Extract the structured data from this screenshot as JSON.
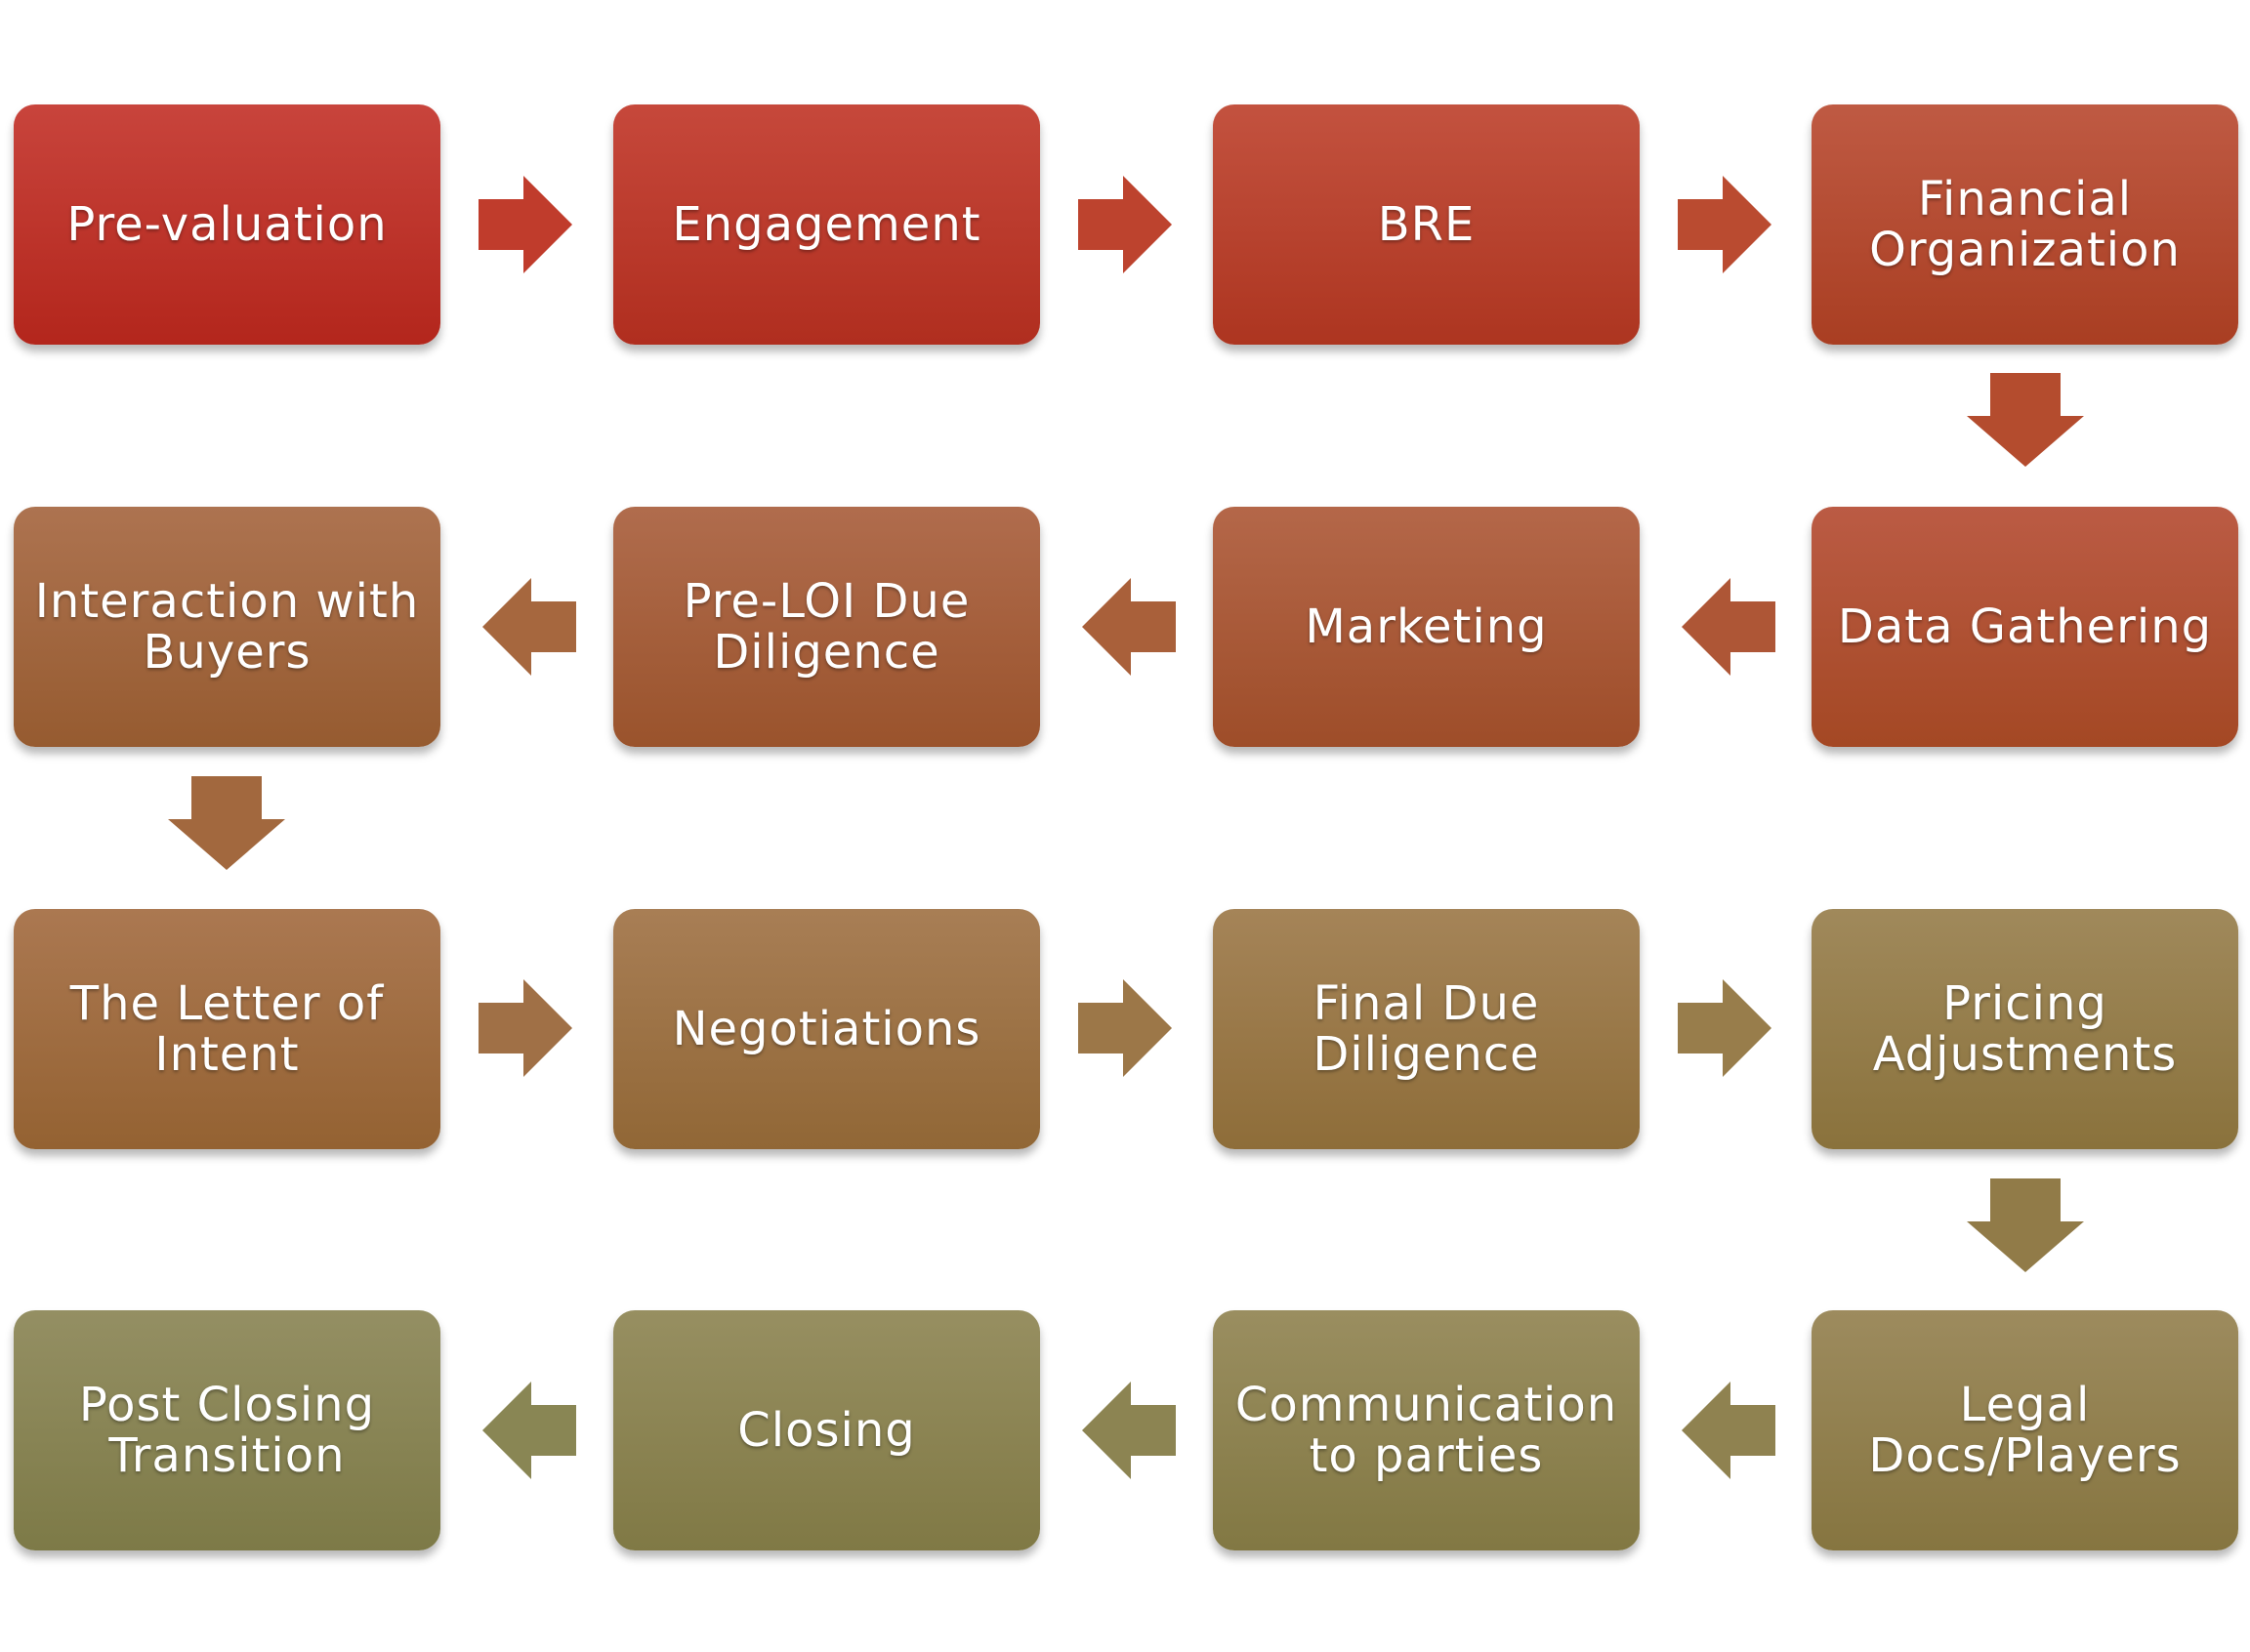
{
  "steps": [
    {
      "label": "Pre-valuation",
      "top": "#c8443c",
      "bottom": "#b3261c"
    },
    {
      "label": "Engagement",
      "top": "#c6483b",
      "bottom": "#b02e1f"
    },
    {
      "label": "BRE",
      "top": "#c3523f",
      "bottom": "#ad3520"
    },
    {
      "label": "Financial\nOrganization",
      "top": "#bf5a43",
      "bottom": "#a93e22"
    },
    {
      "label": "Data Gathering",
      "top": "#bb5b44",
      "bottom": "#a44824"
    },
    {
      "label": "Marketing",
      "top": "#b46749",
      "bottom": "#9e4d29"
    },
    {
      "label": "Pre-LOI Due\nDiligence",
      "top": "#b06c4d",
      "bottom": "#9a532c"
    },
    {
      "label": "Interaction with\nBuyers",
      "top": "#ad7350",
      "bottom": "#965b30"
    },
    {
      "label": "The Letter of\nIntent",
      "top": "#ab7851",
      "bottom": "#946232"
    },
    {
      "label": "Negotiations",
      "top": "#a87e55",
      "bottom": "#916736"
    },
    {
      "label": "Final Due\nDiligence",
      "top": "#a58458",
      "bottom": "#8e6d39"
    },
    {
      "label": "Pricing\nAdjustments",
      "top": "#a0895b",
      "bottom": "#8a723c"
    },
    {
      "label": "Legal\nDocs/Players",
      "top": "#9d8b5e",
      "bottom": "#867540"
    },
    {
      "label": "Communication\nto parties",
      "top": "#9a8e60",
      "bottom": "#827843"
    },
    {
      "label": "Closing",
      "top": "#978f61",
      "bottom": "#807945"
    },
    {
      "label": "Post Closing\nTransition",
      "top": "#948f63",
      "bottom": "#7d7a47"
    }
  ],
  "arrows": [
    {
      "direction": "right",
      "color": "#c03c2c"
    },
    {
      "direction": "right",
      "color": "#bd432e"
    },
    {
      "direction": "right",
      "color": "#ba4b30"
    },
    {
      "direction": "down",
      "color": "#b44c2e"
    },
    {
      "direction": "left",
      "color": "#ae5636"
    },
    {
      "direction": "left",
      "color": "#a9603a"
    },
    {
      "direction": "left",
      "color": "#a6673e"
    },
    {
      "direction": "down",
      "color": "#a2683e"
    },
    {
      "direction": "right",
      "color": "#a07046"
    },
    {
      "direction": "right",
      "color": "#9c7748"
    },
    {
      "direction": "right",
      "color": "#987d4b"
    },
    {
      "direction": "down",
      "color": "#917b48"
    },
    {
      "direction": "left",
      "color": "#8f8250"
    },
    {
      "direction": "left",
      "color": "#8c8452"
    },
    {
      "direction": "left",
      "color": "#898654"
    }
  ]
}
